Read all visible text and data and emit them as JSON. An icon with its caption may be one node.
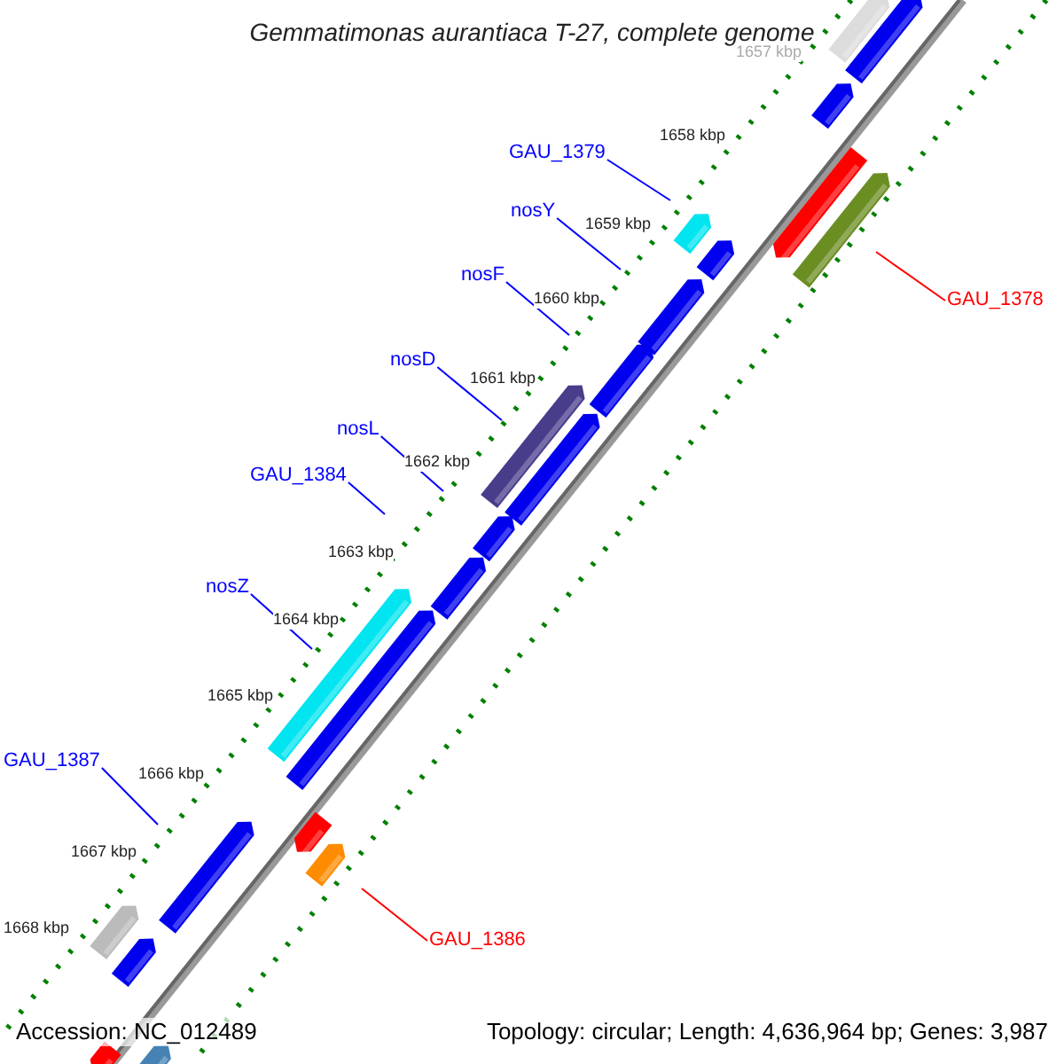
{
  "diagram": {
    "title": "Gemmatimonas aurantiaca T-27, complete genome",
    "nodes": [
      {
        "text": [
          "GAU_1379"
        ]
      },
      {
        "text": [
          "nosY"
        ]
      },
      {
        "text": [
          "nosF"
        ]
      },
      {
        "text": [
          "GAU_1378"
        ]
      },
      {
        "text": [
          "nosD"
        ]
      },
      {
        "text": [
          "nosL"
        ]
      },
      {
        "text": [
          "GAU_1384"
        ]
      },
      {
        "text": [
          "nosZ"
        ]
      },
      {
        "text": [
          "GAU_1387"
        ]
      },
      {
        "text": [
          "GAU_1386"
        ]
      },
      {
        "text": [],
        "shape": "bar"
      },
      {
        "text": [],
        "shape": "bar"
      },
      {
        "text": [],
        "shape": "bar"
      },
      {
        "text": [],
        "shape": "bar"
      },
      {
        "text": [],
        "shape": "bar"
      },
      {
        "text": [],
        "shape": "bar"
      },
      {
        "text": [],
        "shape": "bar"
      },
      {
        "text": [],
        "shape": "bar"
      },
      {
        "text": [],
        "shape": "bar"
      },
      {
        "text": [],
        "shape": "bar"
      },
      {
        "text": [],
        "shape": "bar"
      },
      {
        "text": [],
        "shape": "bar"
      },
      {
        "text": [],
        "shape": "bar"
      },
      {
        "text": [],
        "shape": "bar"
      },
      {
        "text": [],
        "shape": "bar"
      },
      {
        "text": [],
        "shape": "bar"
      },
      {
        "text": [],
        "shape": "bar"
      },
      {
        "text": [],
        "shape": "bar"
      },
      {
        "text": [],
        "shape": "bar"
      },
      {
        "text": [],
        "shape": "bar"
      },
      {
        "text": [],
        "shape": "bar"
      },
      {
        "text": [],
        "shape": "bar"
      }
    ],
    "edges": [
      {
        "from": 0,
        "to": null,
        "arrow": "none"
      },
      {
        "from": 1,
        "to": null,
        "arrow": "none"
      },
      {
        "from": 2,
        "to": null,
        "arrow": "none"
      },
      {
        "from": 3,
        "to": null,
        "arrow": "none",
        "color": "#ff0000"
      },
      {
        "from": 4,
        "to": null,
        "arrow": "none"
      },
      {
        "from": 5,
        "to": null,
        "arrow": "none"
      },
      {
        "from": 6,
        "to": null,
        "arrow": "none"
      },
      {
        "from": 7,
        "to": null,
        "arrow": "none"
      },
      {
        "from": 8,
        "to": null,
        "arrow": "none"
      },
      {
        "from": 9,
        "to": null,
        "arrow": "none",
        "color": "#ff0000"
      }
    ],
    "labels": [
      "1657 kbp",
      "1658 kbp",
      "1659 kbp",
      "1660 kbp",
      "1661 kbp",
      "1662 kbp",
      "1663 kbp",
      "1664 kbp",
      "1665 kbp",
      "1666 kbp",
      "1667 kbp",
      "1668 kbp",
      "Accession: NC_012489",
      "Topology: circular; Length: 4,636,964 bp; Genes: 3,987"
    ]
  }
}
